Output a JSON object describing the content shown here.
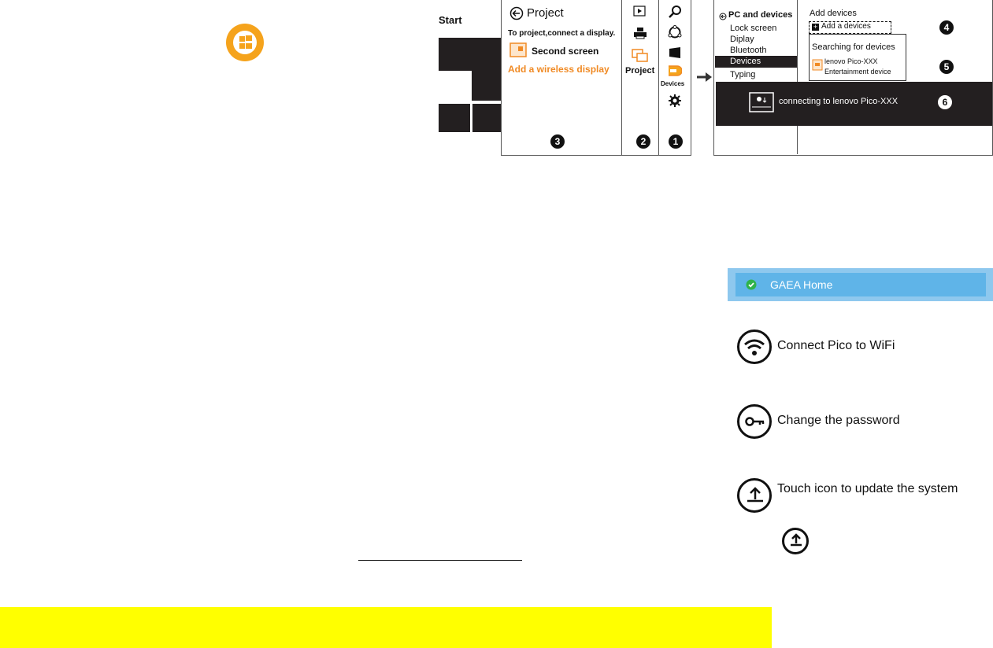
{
  "start_panel": {
    "title": "Start"
  },
  "project_panel": {
    "title": "Project",
    "instruction": "To project,connect a display.",
    "second_screen": "Second screen",
    "add_wireless": "Add a wireless display",
    "step": "3"
  },
  "charm_column": {
    "project_label": "Project",
    "step": "2"
  },
  "charms_bar": {
    "devices_label": "Devices",
    "step": "1"
  },
  "pc_settings": {
    "header": "PC and devices",
    "items": [
      "Lock screen",
      "Diplay",
      "Bluetooth",
      "Devices",
      "Typing"
    ]
  },
  "add_devices": {
    "title": "Add devices",
    "add_button": "Add a devices",
    "dots": "......",
    "searching": "Searching for devices",
    "device_name": "lenovo Pico-XXX",
    "device_type": "Entertainment device",
    "step4": "4",
    "step5": "5"
  },
  "connecting_bar": {
    "text": "connecting to lenovo Pico-XXX",
    "step6": "6"
  },
  "gaea_bar": {
    "title": "GAEA Home"
  },
  "steps": {
    "wifi": "Connect Pico to WiFi",
    "password": "Change the password",
    "update": "Touch icon to update the system"
  },
  "colors": {
    "accent": "#f5a31c",
    "highlight": "#ffff00",
    "dark": "#231f20",
    "gaea": "#5fb4e8"
  }
}
